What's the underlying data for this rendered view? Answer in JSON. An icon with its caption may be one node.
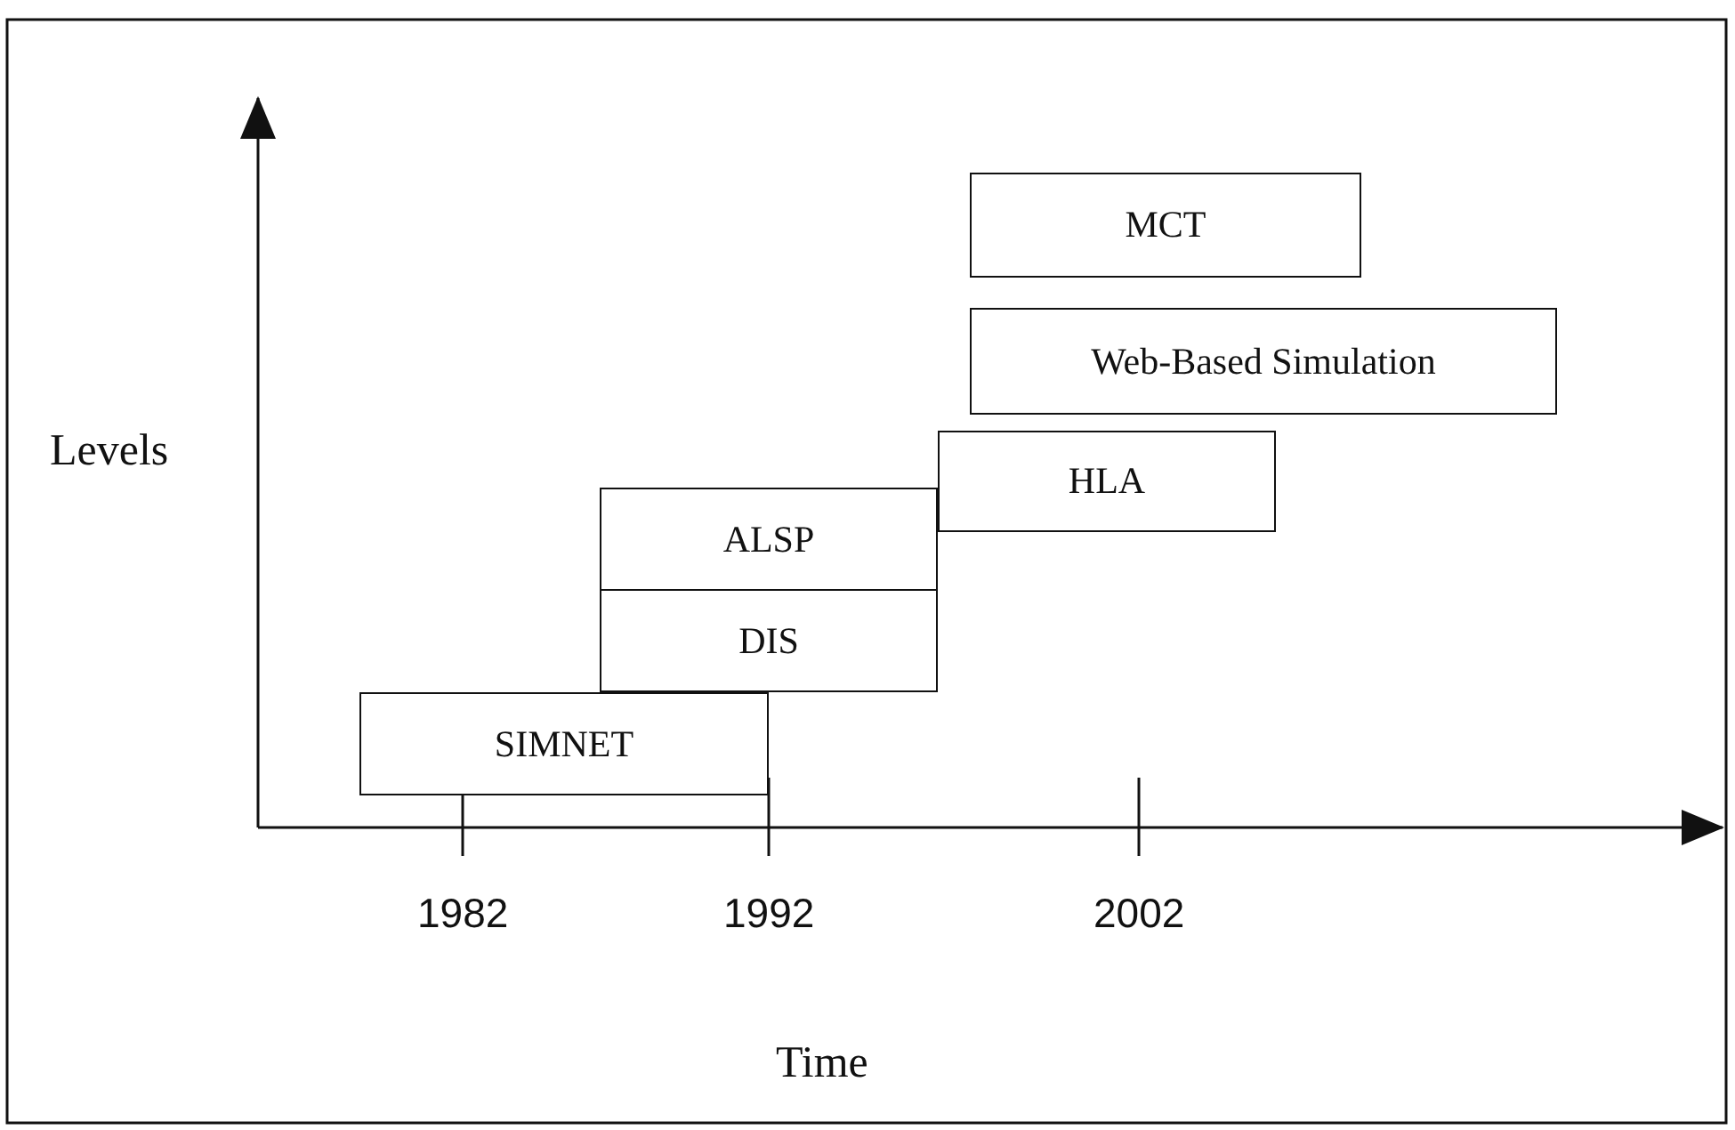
{
  "diagram": {
    "nodes": [
      {
        "text": [
          "MCT"
        ]
      },
      {
        "text": [
          "Web-Based Simulation"
        ]
      },
      {
        "text": [
          "HLA"
        ]
      },
      {
        "text": [
          "ALSP"
        ]
      },
      {
        "text": [
          "DIS"
        ]
      },
      {
        "text": [
          "SIMNET"
        ]
      }
    ],
    "labels": [
      "Levels",
      "1982",
      "1992",
      "2002",
      "Time"
    ]
  }
}
